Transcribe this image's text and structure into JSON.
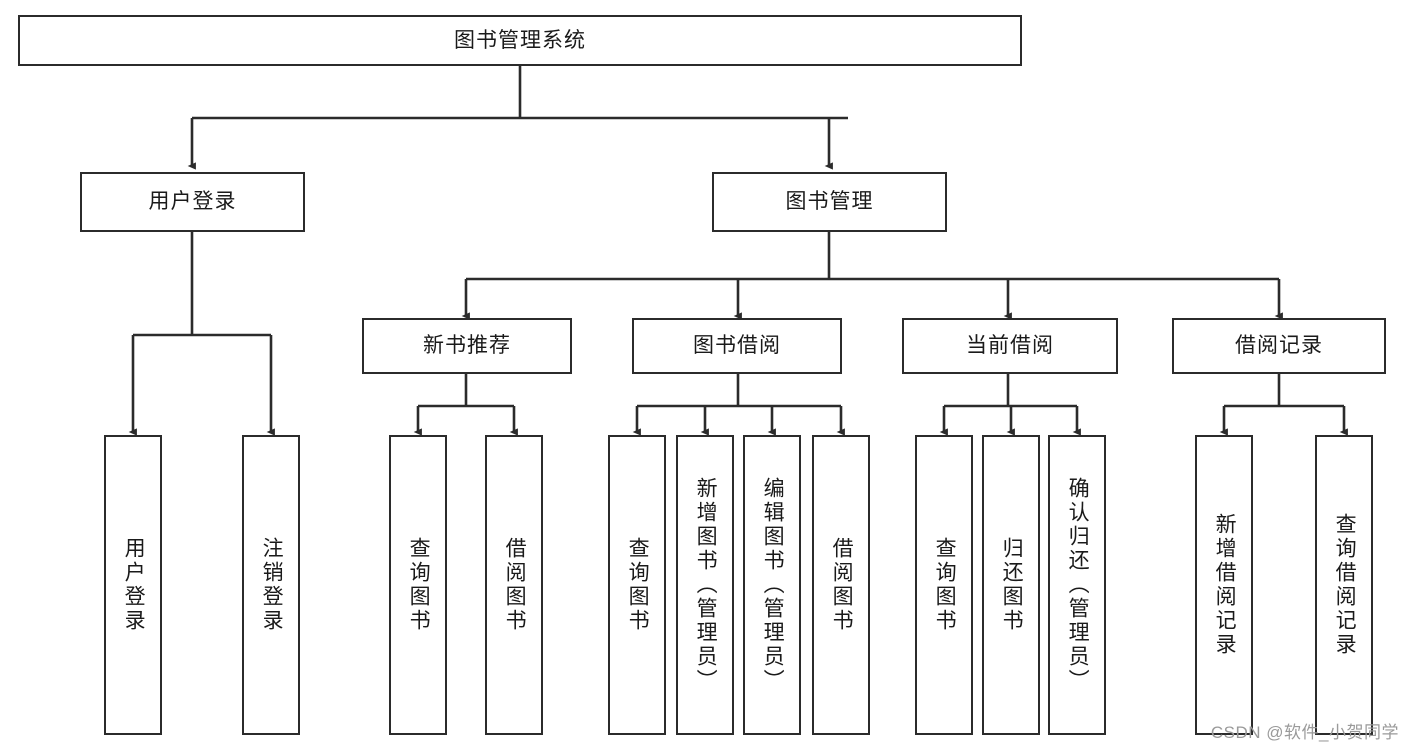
{
  "diagram": {
    "title": "图书管理系统",
    "root": {
      "label": "图书管理系统"
    },
    "level2": [
      {
        "label": "用户登录"
      },
      {
        "label": "图书管理"
      }
    ],
    "level3": [
      {
        "label": "新书推荐"
      },
      {
        "label": "图书借阅"
      },
      {
        "label": "当前借阅"
      },
      {
        "label": "借阅记录"
      }
    ],
    "leaves": {
      "user_login": [
        {
          "label": "用户登录"
        },
        {
          "label": "注销登录"
        }
      ],
      "new_book": [
        {
          "label": "查询图书"
        },
        {
          "label": "借阅图书"
        }
      ],
      "book_borrow": [
        {
          "label": "查询图书"
        },
        {
          "label": "新增图书（管理员）"
        },
        {
          "label": "编辑图书（管理员）"
        },
        {
          "label": "借阅图书"
        }
      ],
      "current_borrow": [
        {
          "label": "查询图书"
        },
        {
          "label": "归还图书"
        },
        {
          "label": "确认归还（管理员）"
        }
      ],
      "borrow_record": [
        {
          "label": "新增借阅记录"
        },
        {
          "label": "查询借阅记录"
        }
      ]
    },
    "watermark": "CSDN @软件_小贺同学",
    "colors": {
      "border": "#2b2b2b",
      "text": "#1a1a1a",
      "background": "#ffffff",
      "watermark": "#9a9a9a"
    }
  },
  "chart_data": {
    "type": "table",
    "title": "图书管理系统",
    "nodes": [
      {
        "id": "root",
        "label": "图书管理系统",
        "level": 0,
        "parent": null
      },
      {
        "id": "l2-0",
        "label": "用户登录",
        "level": 1,
        "parent": "root"
      },
      {
        "id": "l2-1",
        "label": "图书管理",
        "level": 1,
        "parent": "root"
      },
      {
        "id": "l3-0",
        "label": "新书推荐",
        "level": 2,
        "parent": "l2-1"
      },
      {
        "id": "l3-1",
        "label": "图书借阅",
        "level": 2,
        "parent": "l2-1"
      },
      {
        "id": "l3-2",
        "label": "当前借阅",
        "level": 2,
        "parent": "l2-1"
      },
      {
        "id": "l3-3",
        "label": "借阅记录",
        "level": 2,
        "parent": "l2-1"
      },
      {
        "id": "lf-0",
        "label": "用户登录",
        "level": 3,
        "parent": "l2-0"
      },
      {
        "id": "lf-1",
        "label": "注销登录",
        "level": 3,
        "parent": "l2-0"
      },
      {
        "id": "lf-2",
        "label": "查询图书",
        "level": 3,
        "parent": "l3-0"
      },
      {
        "id": "lf-3",
        "label": "借阅图书",
        "level": 3,
        "parent": "l3-0"
      },
      {
        "id": "lf-4",
        "label": "查询图书",
        "level": 3,
        "parent": "l3-1"
      },
      {
        "id": "lf-5",
        "label": "新增图书（管理员）",
        "level": 3,
        "parent": "l3-1"
      },
      {
        "id": "lf-6",
        "label": "编辑图书（管理员）",
        "level": 3,
        "parent": "l3-1"
      },
      {
        "id": "lf-7",
        "label": "借阅图书",
        "level": 3,
        "parent": "l3-1"
      },
      {
        "id": "lf-8",
        "label": "查询图书",
        "level": 3,
        "parent": "l3-2"
      },
      {
        "id": "lf-9",
        "label": "归还图书",
        "level": 3,
        "parent": "l3-2"
      },
      {
        "id": "lf-10",
        "label": "确认归还（管理员）",
        "level": 3,
        "parent": "l3-2"
      },
      {
        "id": "lf-11",
        "label": "新增借阅记录",
        "level": 3,
        "parent": "l3-3"
      },
      {
        "id": "lf-12",
        "label": "查询借阅记录",
        "level": 3,
        "parent": "l3-3"
      }
    ]
  }
}
